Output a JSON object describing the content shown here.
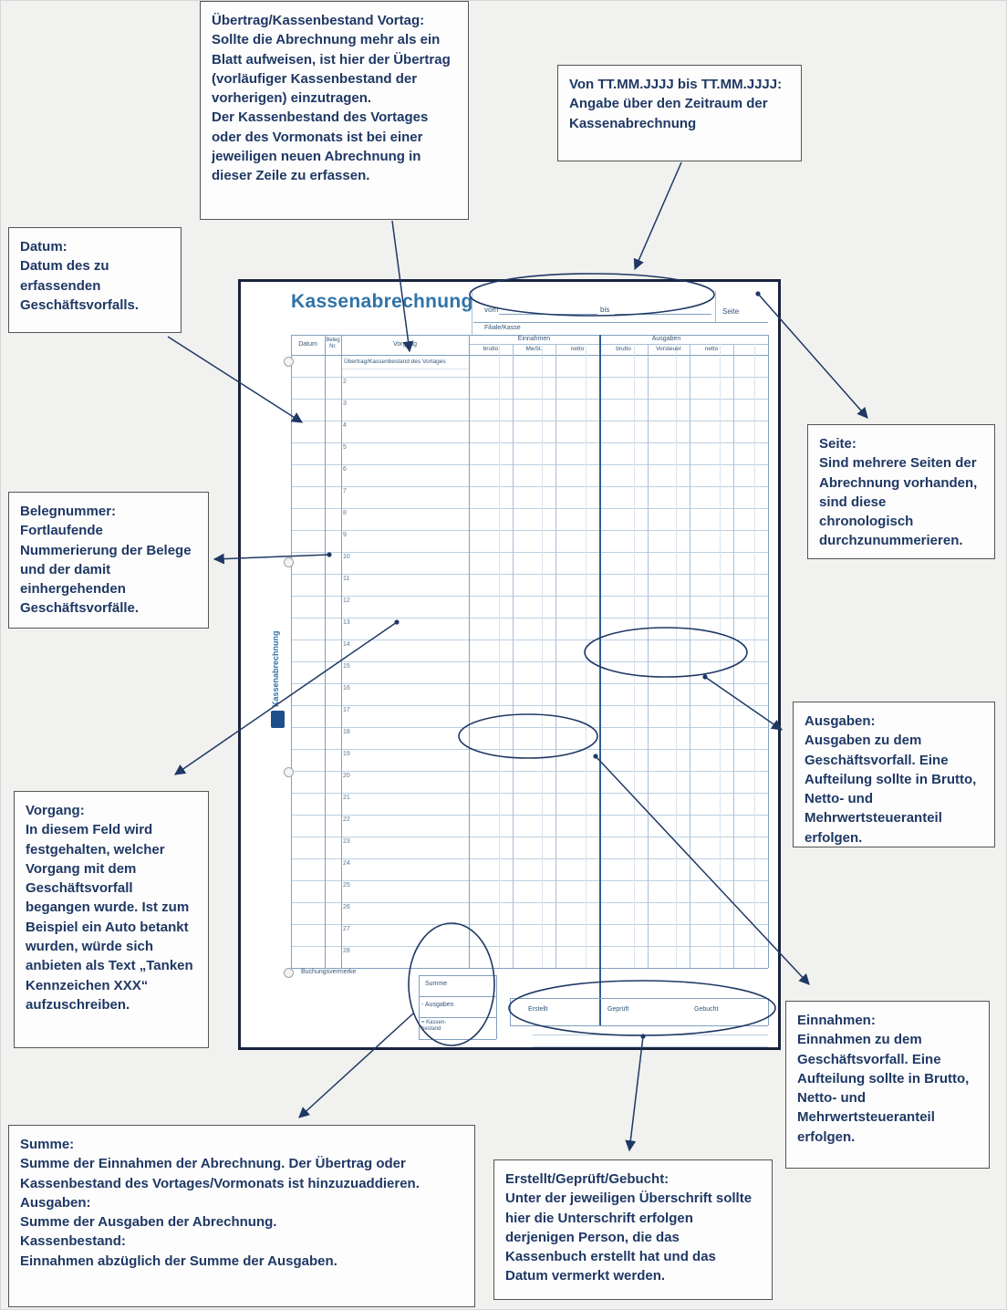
{
  "annotations": {
    "uebertrag": {
      "title": "Übertrag/Kassenbestand Vortag:",
      "body": "Sollte die Abrechnung mehr als ein Blatt aufweisen, ist hier der Übertrag (vorläufiger Kassenbestand der vorherigen) einzutragen.\nDer Kassenbestand des Vortages oder des Vormonats ist bei einer jeweiligen neuen Abrechnung in dieser Zeile zu erfassen."
    },
    "zeitraum": {
      "title": "Von TT.MM.JJJJ bis TT.MM.JJJJ:",
      "body": "Angabe über den Zeitraum  der Kassenabrechnung"
    },
    "datum": {
      "title": "Datum:",
      "body": "Datum des zu erfassenden Geschäftsvorfalls."
    },
    "seite": {
      "title": "Seite:",
      "body": "Sind mehrere Seiten der Abrechnung vorhanden, sind diese chronologisch durchzunummerieren."
    },
    "belegnummer": {
      "title": "Belegnummer:",
      "body": "Fortlaufende Nummerierung der Belege und der damit einhergehenden Geschäftsvorfälle."
    },
    "vorgang": {
      "title": "Vorgang:",
      "body": "In diesem Feld wird festgehalten, welcher Vorgang mit dem Geschäftsvorfall begangen wurde. Ist zum Beispiel ein Auto betankt wurden, würde sich anbieten als Text „Tanken Kennzeichen XXX“ aufzuschreiben."
    },
    "ausgaben": {
      "title": "Ausgaben:",
      "body": "Ausgaben zu dem Geschäftsvorfall. Eine Aufteilung sollte in Brutto, Netto- und Mehrwertsteueranteil erfolgen."
    },
    "einnahmen": {
      "title": "Einnahmen:",
      "body": "Einnahmen zu dem Geschäftsvorfall. Eine Aufteilung sollte in Brutto, Netto- und Mehrwertsteueranteil erfolgen."
    },
    "summe": {
      "sections": [
        {
          "title": "Summe:",
          "body": "Summe der Einnahmen der Abrechnung. Der Übertrag oder Kassenbestand des Vortages/Vormonats ist hinzuzuaddieren."
        },
        {
          "title": "Ausgaben:",
          "body": "Summe der Ausgaben der Abrechnung."
        },
        {
          "title": "Kassenbestand:",
          "body": "Einnahmen abzüglich der Summe der Ausgaben."
        }
      ]
    },
    "erstellt": {
      "title": "Erstellt/Geprüft/Gebucht:",
      "body": "Unter der jeweiligen Überschrift sollte hier die Unterschrift erfolgen derjenigen Person, die das Kassenbuch erstellt hat und das Datum vermerkt werden."
    }
  },
  "form": {
    "title": "Kassenabrechnung",
    "vom_label": "vom",
    "bis_label": "bis",
    "seite_label": "Seite",
    "filiale_label": "Filiale/Kasse",
    "header": {
      "datum": "Datum",
      "beleg": "Beleg\nNr.",
      "vorgang": "Vorgang",
      "einnahmen": "Einnahmen",
      "ausgaben": "Ausgaben",
      "einnahmen_cols": [
        "brutto",
        "MwSt.",
        "netto"
      ],
      "ausgaben_cols": [
        "brutto",
        "Vorsteuer",
        "netto"
      ]
    },
    "first_row_label": "Übertrag/Kassenbestand des Vortages",
    "row_numbers": [
      2,
      3,
      4,
      5,
      6,
      7,
      8,
      9,
      10,
      11,
      12,
      13,
      14,
      15,
      16,
      17,
      18,
      19,
      20,
      21,
      22,
      23,
      24,
      25,
      26,
      27,
      28
    ],
    "buchungsvermerke_label": "Buchungsvermerke",
    "summe_rows": [
      "Summe",
      "- Ausgaben",
      "= Kassen-\nbestand"
    ],
    "signature_labels": [
      "Erstellt",
      "Geprüft",
      "Gebucht"
    ],
    "side_text": "Kassenabrechnung"
  },
  "colors": {
    "annotation_text": "#1f3864",
    "connector": "#1f3864",
    "form_title": "#2f73a8",
    "grid_light": "#bcd0e2",
    "grid_strong": "#7fa0c0",
    "grid_dark": "#2d5e95",
    "background": "#f1f1ef"
  }
}
